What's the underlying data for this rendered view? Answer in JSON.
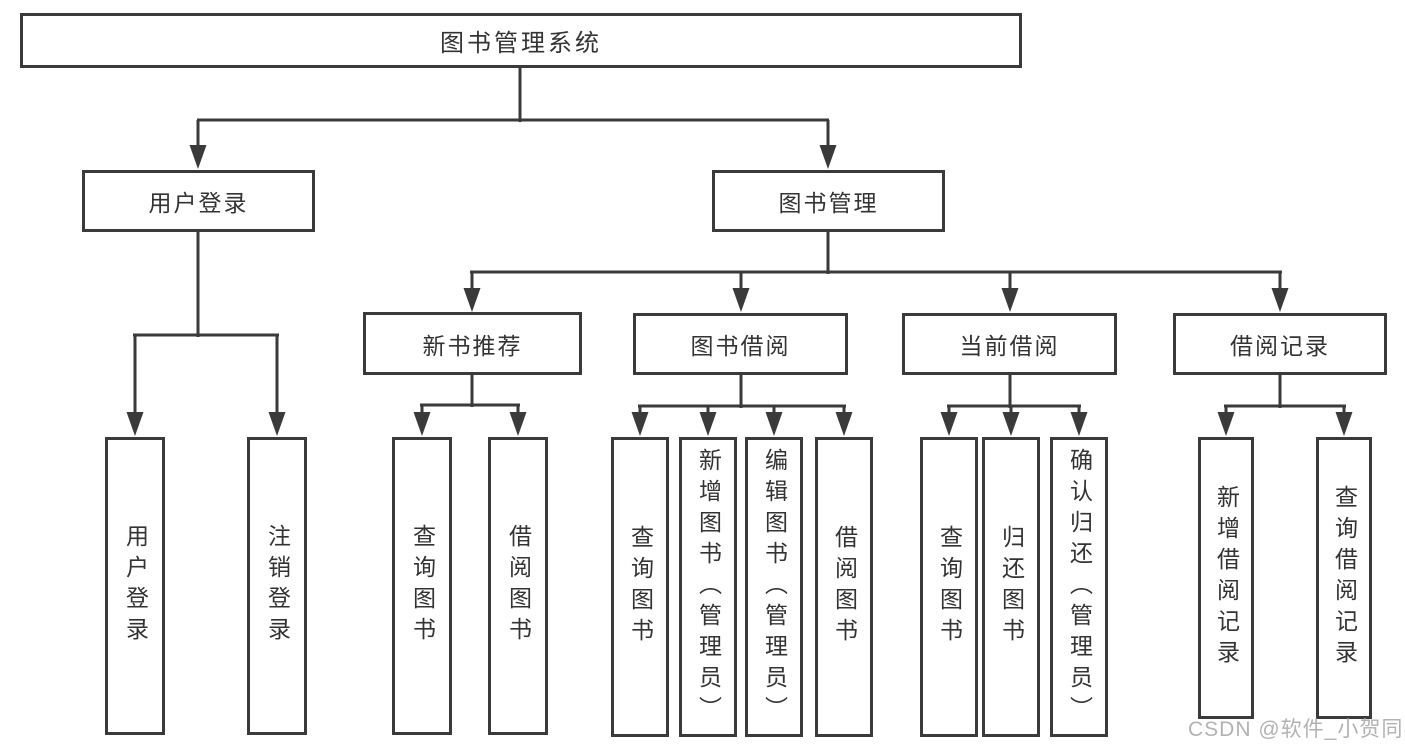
{
  "nodes": {
    "root": "图书管理系统",
    "user_login": "用户登录",
    "book_mgmt": "图书管理",
    "new_book_rec": "新书推荐",
    "book_borrow": "图书借阅",
    "current_borrow": "当前借阅",
    "borrow_record": "借阅记录",
    "leaf_user_login": "用户登录",
    "leaf_logout": "注销登录",
    "leaf_nb_query": "查询图书",
    "leaf_nb_borrow": "借阅图书",
    "leaf_bb_query": "查询图书",
    "leaf_bb_add": "新增图书（管理员）",
    "leaf_bb_edit": "编辑图书（管理员）",
    "leaf_bb_borrow": "借阅图书",
    "leaf_cb_query": "查询图书",
    "leaf_cb_return": "归还图书",
    "leaf_cb_confirm": "确认归还（管理员）",
    "leaf_br_add": "新增借阅记录",
    "leaf_br_query": "查询借阅记录"
  },
  "hierarchy": {
    "label": "图书管理系统",
    "children": [
      {
        "label": "用户登录",
        "children": [
          {
            "label": "用户登录"
          },
          {
            "label": "注销登录"
          }
        ]
      },
      {
        "label": "图书管理",
        "children": [
          {
            "label": "新书推荐",
            "children": [
              {
                "label": "查询图书"
              },
              {
                "label": "借阅图书"
              }
            ]
          },
          {
            "label": "图书借阅",
            "children": [
              {
                "label": "查询图书"
              },
              {
                "label": "新增图书（管理员）"
              },
              {
                "label": "编辑图书（管理员）"
              },
              {
                "label": "借阅图书"
              }
            ]
          },
          {
            "label": "当前借阅",
            "children": [
              {
                "label": "查询图书"
              },
              {
                "label": "归还图书"
              },
              {
                "label": "确认归还（管理员）"
              }
            ]
          },
          {
            "label": "借阅记录",
            "children": [
              {
                "label": "新增借阅记录"
              },
              {
                "label": "查询借阅记录"
              }
            ]
          }
        ]
      }
    ]
  },
  "watermark": "CSDN @软件_小贺同学",
  "colors": {
    "line": "#3a3a3a",
    "text": "#333333",
    "watermark": "#b2b2b2",
    "background": "#ffffff"
  }
}
